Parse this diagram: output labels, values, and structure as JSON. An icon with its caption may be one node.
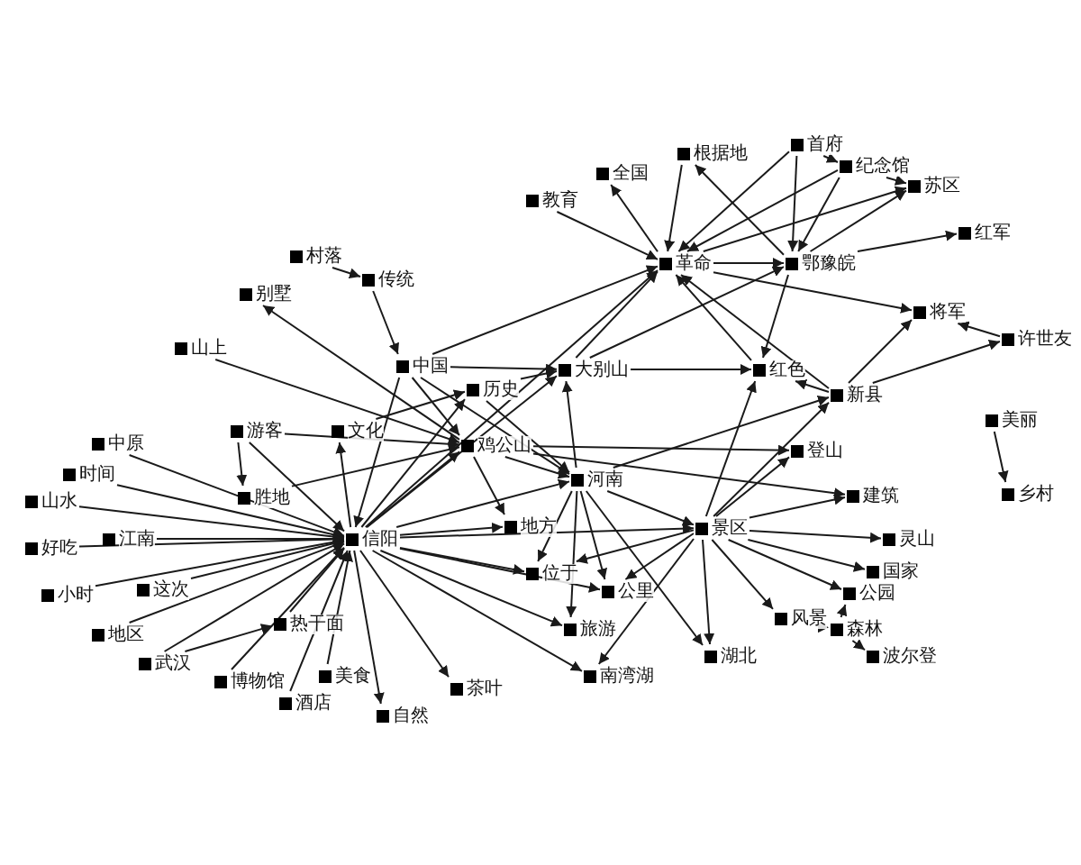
{
  "diagram": {
    "nodes": [
      {
        "text": [
          "根据地"
        ]
      },
      {
        "text": [
          "首府"
        ]
      },
      {
        "text": [
          "纪念馆"
        ]
      },
      {
        "text": [
          "全国"
        ]
      },
      {
        "text": [
          "苏区"
        ]
      },
      {
        "text": [
          "教育"
        ]
      },
      {
        "text": [
          "红军"
        ]
      },
      {
        "text": [
          "村落"
        ]
      },
      {
        "text": [
          "革命"
        ]
      },
      {
        "text": [
          "鄂豫皖"
        ]
      },
      {
        "text": [
          "传统"
        ]
      },
      {
        "text": [
          "别墅"
        ]
      },
      {
        "text": [
          "将军"
        ]
      },
      {
        "text": [
          "许世友"
        ]
      },
      {
        "text": [
          "山上"
        ]
      },
      {
        "text": [
          "中国"
        ]
      },
      {
        "text": [
          "大别山"
        ]
      },
      {
        "text": [
          "红色"
        ]
      },
      {
        "text": [
          "历史"
        ]
      },
      {
        "text": [
          "新县"
        ]
      },
      {
        "text": [
          "美丽"
        ]
      },
      {
        "text": [
          "文化"
        ]
      },
      {
        "text": [
          "游客"
        ]
      },
      {
        "text": [
          "中原"
        ]
      },
      {
        "text": [
          "鸡公山"
        ]
      },
      {
        "text": [
          "登山"
        ]
      },
      {
        "text": [
          "时间"
        ]
      },
      {
        "text": [
          "河南"
        ]
      },
      {
        "text": [
          "乡村"
        ]
      },
      {
        "text": [
          "建筑"
        ]
      },
      {
        "text": [
          "胜地"
        ]
      },
      {
        "text": [
          "山水"
        ]
      },
      {
        "text": [
          "信阳"
        ]
      },
      {
        "text": [
          "地方"
        ]
      },
      {
        "text": [
          "景区"
        ]
      },
      {
        "text": [
          "灵山"
        ]
      },
      {
        "text": [
          "江南"
        ]
      },
      {
        "text": [
          "好吃"
        ]
      },
      {
        "text": [
          "位于"
        ]
      },
      {
        "text": [
          "国家"
        ]
      },
      {
        "text": [
          "公园"
        ]
      },
      {
        "text": [
          "公里"
        ]
      },
      {
        "text": [
          "小时"
        ]
      },
      {
        "text": [
          "这次"
        ]
      },
      {
        "text": [
          "风景"
        ]
      },
      {
        "text": [
          "热干面"
        ]
      },
      {
        "text": [
          "森林"
        ]
      },
      {
        "text": [
          "地区"
        ]
      },
      {
        "text": [
          "旅游"
        ]
      },
      {
        "text": [
          "波尔登"
        ]
      },
      {
        "text": [
          "湖北"
        ]
      },
      {
        "text": [
          "武汉"
        ]
      },
      {
        "text": [
          "美食"
        ]
      },
      {
        "text": [
          "南湾湖"
        ]
      },
      {
        "text": [
          "博物馆"
        ]
      },
      {
        "text": [
          "茶叶"
        ]
      },
      {
        "text": [
          "酒店"
        ]
      },
      {
        "text": [
          "自然"
        ]
      }
    ],
    "edges": [
      {
        "from": 5,
        "to": 8,
        "arrow": "to"
      },
      {
        "from": 8,
        "to": 3,
        "arrow": "to"
      },
      {
        "from": 0,
        "to": 8,
        "arrow": "to"
      },
      {
        "from": 9,
        "to": 0,
        "arrow": "to"
      },
      {
        "from": 1,
        "to": 8,
        "arrow": "to"
      },
      {
        "from": 1,
        "to": 9,
        "arrow": "to"
      },
      {
        "from": 1,
        "to": 2,
        "arrow": "to"
      },
      {
        "from": 2,
        "to": 4,
        "arrow": "to"
      },
      {
        "from": 2,
        "to": 8,
        "arrow": "to"
      },
      {
        "from": 2,
        "to": 9,
        "arrow": "to"
      },
      {
        "from": 8,
        "to": 4,
        "arrow": "to"
      },
      {
        "from": 9,
        "to": 4,
        "arrow": "to"
      },
      {
        "from": 9,
        "to": 6,
        "arrow": "to"
      },
      {
        "from": 8,
        "to": 9,
        "arrow": "to"
      },
      {
        "from": 8,
        "to": 12,
        "arrow": "to"
      },
      {
        "from": 13,
        "to": 12,
        "arrow": "to"
      },
      {
        "from": 19,
        "to": 12,
        "arrow": "to"
      },
      {
        "from": 19,
        "to": 13,
        "arrow": "to"
      },
      {
        "from": 17,
        "to": 8,
        "arrow": "to"
      },
      {
        "from": 9,
        "to": 17,
        "arrow": "to"
      },
      {
        "from": 19,
        "to": 17,
        "arrow": "to"
      },
      {
        "from": 19,
        "to": 8,
        "arrow": "to"
      },
      {
        "from": 16,
        "to": 17,
        "arrow": "to"
      },
      {
        "from": 16,
        "to": 8,
        "arrow": "to"
      },
      {
        "from": 16,
        "to": 9,
        "arrow": "to"
      },
      {
        "from": 15,
        "to": 8,
        "arrow": "to"
      },
      {
        "from": 15,
        "to": 16,
        "arrow": "to"
      },
      {
        "from": 18,
        "to": 16,
        "arrow": "to"
      },
      {
        "from": 27,
        "to": 16,
        "arrow": "to"
      },
      {
        "from": 10,
        "to": 15,
        "arrow": "to"
      },
      {
        "from": 7,
        "to": 10,
        "arrow": "to"
      },
      {
        "from": 24,
        "to": 11,
        "arrow": "to"
      },
      {
        "from": 14,
        "to": 24,
        "arrow": "to"
      },
      {
        "from": 15,
        "to": 24,
        "arrow": "to"
      },
      {
        "from": 15,
        "to": 27,
        "arrow": "to"
      },
      {
        "from": 18,
        "to": 27,
        "arrow": "to"
      },
      {
        "from": 15,
        "to": 32,
        "arrow": "to"
      },
      {
        "from": 32,
        "to": 21,
        "arrow": "to"
      },
      {
        "from": 21,
        "to": 18,
        "arrow": "to"
      },
      {
        "from": 22,
        "to": 30,
        "arrow": "to"
      },
      {
        "from": 22,
        "to": 24,
        "arrow": "to"
      },
      {
        "from": 22,
        "to": 32,
        "arrow": "to"
      },
      {
        "from": 30,
        "to": 24,
        "arrow": "to"
      },
      {
        "from": 24,
        "to": 25,
        "arrow": "to"
      },
      {
        "from": 24,
        "to": 29,
        "arrow": "to"
      },
      {
        "from": 24,
        "to": 27,
        "arrow": "to"
      },
      {
        "from": 24,
        "to": 33,
        "arrow": "to"
      },
      {
        "from": 27,
        "to": 19,
        "arrow": "to"
      },
      {
        "from": 34,
        "to": 17,
        "arrow": "to"
      },
      {
        "from": 34,
        "to": 19,
        "arrow": "to"
      },
      {
        "from": 34,
        "to": 25,
        "arrow": "to"
      },
      {
        "from": 34,
        "to": 29,
        "arrow": "to"
      },
      {
        "from": 34,
        "to": 35,
        "arrow": "to"
      },
      {
        "from": 34,
        "to": 39,
        "arrow": "to"
      },
      {
        "from": 34,
        "to": 40,
        "arrow": "to"
      },
      {
        "from": 34,
        "to": 44,
        "arrow": "to"
      },
      {
        "from": 34,
        "to": 50,
        "arrow": "to"
      },
      {
        "from": 34,
        "to": 53,
        "arrow": "to"
      },
      {
        "from": 34,
        "to": 41,
        "arrow": "to"
      },
      {
        "from": 34,
        "to": 38,
        "arrow": "to"
      },
      {
        "from": 27,
        "to": 34,
        "arrow": "to"
      },
      {
        "from": 32,
        "to": 34,
        "arrow": "to"
      },
      {
        "from": 46,
        "to": 40,
        "arrow": "to"
      },
      {
        "from": 46,
        "to": 49,
        "arrow": "to"
      },
      {
        "from": 44,
        "to": 46,
        "arrow": "to"
      },
      {
        "from": 20,
        "to": 28,
        "arrow": "to"
      },
      {
        "from": 27,
        "to": 38,
        "arrow": "to"
      },
      {
        "from": 27,
        "to": 41,
        "arrow": "to"
      },
      {
        "from": 27,
        "to": 48,
        "arrow": "to"
      },
      {
        "from": 27,
        "to": 50,
        "arrow": "to"
      },
      {
        "from": 32,
        "to": 27,
        "arrow": "to"
      },
      {
        "from": 32,
        "to": 38,
        "arrow": "to"
      },
      {
        "from": 32,
        "to": 41,
        "arrow": "to"
      },
      {
        "from": 32,
        "to": 48,
        "arrow": "to"
      },
      {
        "from": 32,
        "to": 53,
        "arrow": "to"
      },
      {
        "from": 32,
        "to": 55,
        "arrow": "to"
      },
      {
        "from": 32,
        "to": 57,
        "arrow": "to"
      },
      {
        "from": 32,
        "to": 33,
        "arrow": "to"
      },
      {
        "from": 32,
        "to": 24,
        "arrow": "to"
      },
      {
        "from": 32,
        "to": 18,
        "arrow": "to"
      },
      {
        "from": 32,
        "to": 16,
        "arrow": "to"
      },
      {
        "from": 32,
        "to": 8,
        "arrow": "to"
      },
      {
        "from": 23,
        "to": 32,
        "arrow": "to"
      },
      {
        "from": 26,
        "to": 32,
        "arrow": "to"
      },
      {
        "from": 31,
        "to": 32,
        "arrow": "to"
      },
      {
        "from": 36,
        "to": 32,
        "arrow": "to"
      },
      {
        "from": 37,
        "to": 32,
        "arrow": "to"
      },
      {
        "from": 42,
        "to": 32,
        "arrow": "to"
      },
      {
        "from": 43,
        "to": 32,
        "arrow": "to"
      },
      {
        "from": 47,
        "to": 32,
        "arrow": "to"
      },
      {
        "from": 51,
        "to": 32,
        "arrow": "to"
      },
      {
        "from": 51,
        "to": 45,
        "arrow": "to"
      },
      {
        "from": 54,
        "to": 32,
        "arrow": "to"
      },
      {
        "from": 56,
        "to": 32,
        "arrow": "to"
      },
      {
        "from": 52,
        "to": 32,
        "arrow": "to"
      },
      {
        "from": 45,
        "to": 32,
        "arrow": "to"
      }
    ]
  }
}
